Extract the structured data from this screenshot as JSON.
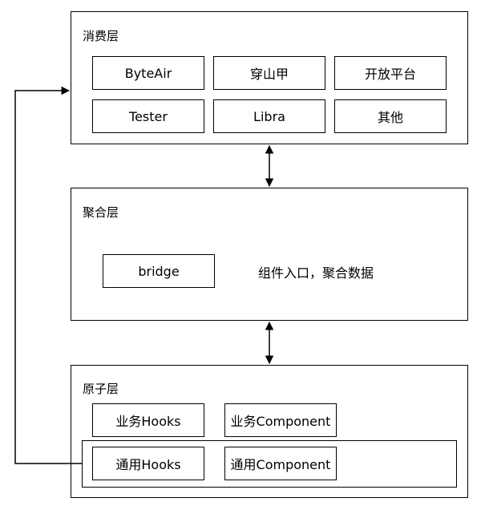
{
  "consumption_layer": {
    "title": "消费层",
    "items": [
      "ByteAir",
      "穿山甲",
      "开放平台",
      "Tester",
      "Libra",
      "其他"
    ]
  },
  "aggregation_layer": {
    "title": "聚合层",
    "bridge_label": "bridge",
    "note": "组件入口，聚合数据"
  },
  "atom_layer": {
    "title": "原子层",
    "business_hooks": "业务Hooks",
    "business_component": "业务Component",
    "common_hooks": "通用Hooks",
    "common_component": "通用Component"
  }
}
